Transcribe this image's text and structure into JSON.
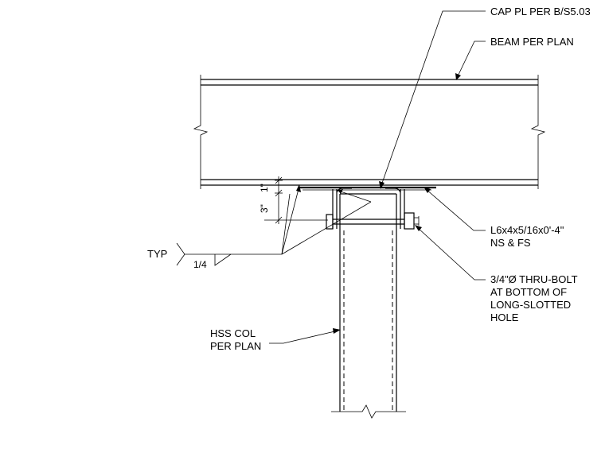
{
  "labels": {
    "cap_plate": "CAP PL PER B/S5.03",
    "beam": "BEAM PER PLAN",
    "angle_line1": "L6x4x5/16x0'-4\"",
    "angle_line2": "NS & FS",
    "bolt_line1": "3/4\"Ø THRU-BOLT",
    "bolt_line2": "AT BOTTOM OF",
    "bolt_line3": "LONG-SLOTTED",
    "bolt_line4": "HOLE",
    "typ": "TYP",
    "weld_size": "1/4",
    "column_line1": "HSS COL",
    "column_line2": "PER PLAN"
  },
  "dimensions": {
    "dim_upper": "1\"",
    "dim_lower": "3\""
  }
}
